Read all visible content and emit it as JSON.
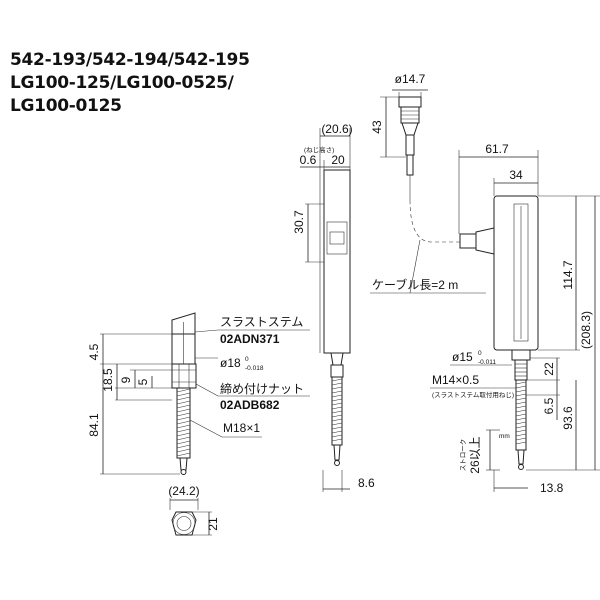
{
  "title": {
    "line1": "542-193/542-194/542-195",
    "line2": "LG100-125/LG100-0525/",
    "line3": "LG100-0125"
  },
  "labels": {
    "thrust_stem": "スラストステム",
    "thrust_stem_code": "02ADN371",
    "tighten_nut": "締め付けナット",
    "tighten_nut_code": "02ADB682",
    "cable_length": "ケーブル長=2 m",
    "screw_depth_note": "(ねじ高さ)",
    "thread_note": "(スラストステム取付用ねじ)",
    "stroke_label": "ストローク",
    "stroke_value": "26以上",
    "stroke_unit": "mm"
  },
  "dims": {
    "d4_5": "4.5",
    "d18_5": "18.5",
    "d9": "9",
    "d5": "5",
    "d84_1": "84.1",
    "phi18": "ø18",
    "phi18_tol_top": "0",
    "phi18_tol_bot": "-0.018",
    "m18": "M18×1",
    "d24_2": "(24.2)",
    "d21": "21",
    "d20_6": "(20.6)",
    "d0_6": "0.6",
    "d20": "20",
    "d30_7": "30.7",
    "d8_6": "8.6",
    "d43": "43",
    "phi14_7": "ø14.7",
    "d61_7": "61.7",
    "d34": "34",
    "d114_7": "114.7",
    "d208_3": "(208.3)",
    "phi15": "ø15",
    "phi15_tol_top": "0",
    "phi15_tol_bot": "-0.011",
    "m14": "M14×0.5",
    "d22": "22",
    "d6_5": "6.5",
    "d93_6": "93.6",
    "d13_8": "13.8"
  }
}
